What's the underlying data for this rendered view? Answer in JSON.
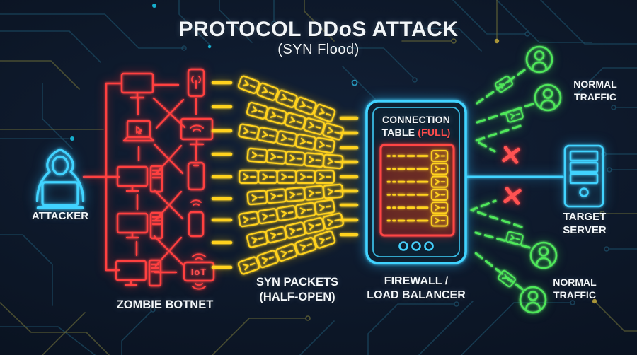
{
  "title": "PROTOCOL DDoS ATTACK",
  "subtitle": "(SYN Flood)",
  "attacker": {
    "label": "ATTACKER"
  },
  "botnet": {
    "label": "ZOMBIE BOTNET",
    "iot_label": "IoT",
    "devices": [
      "monitor-icon",
      "smartphone-signal-icon",
      "laptop-icon",
      "monitor-wifi-icon",
      "desktop-pc-icon",
      "smartphone-icon",
      "desktop-pc-icon",
      "smartphone-wifi-icon",
      "desktop-pc-icon",
      "iot-device-icon"
    ]
  },
  "syn_packets": {
    "label_line1": "SYN PACKETS",
    "label_line2": "(HALF-OPEN)",
    "row_count": 9,
    "packets_per_row": 5
  },
  "firewall": {
    "label_line1": "FIREWALL /",
    "label_line2": "LOAD BALANCER",
    "table_title": "CONNECTION",
    "table_word": "TABLE",
    "table_status": "(FULL)",
    "table_row_count": 6,
    "indicator_dot_count": 3
  },
  "target_server": {
    "label_line1": "TARGET",
    "label_line2": "SERVER"
  },
  "traffic_top": {
    "label_line1": "NORMAL",
    "label_line2": "TRAFFIC",
    "user_count": 2
  },
  "traffic_bottom": {
    "label_line1": "NORMAL",
    "label_line2": "TRAFFIC",
    "user_count": 2
  },
  "blocked": {
    "mark_count": 2
  },
  "icons": {
    "attacker": "hooded-hacker-icon",
    "syn_packet": "syn-packet-icon",
    "normal_packet": "packet-icon",
    "user": "user-icon",
    "server": "tower-server-icon",
    "blocked": "x-mark-icon"
  },
  "colors": {
    "background": "#0c1626",
    "red": "#ff4040",
    "yellow": "#ffd21e",
    "cyan": "#41d3ff",
    "green": "#4fe75a",
    "white": "#f2f6f9",
    "trace_blue": "#1b4a63",
    "trace_olive": "#6d6d38"
  }
}
